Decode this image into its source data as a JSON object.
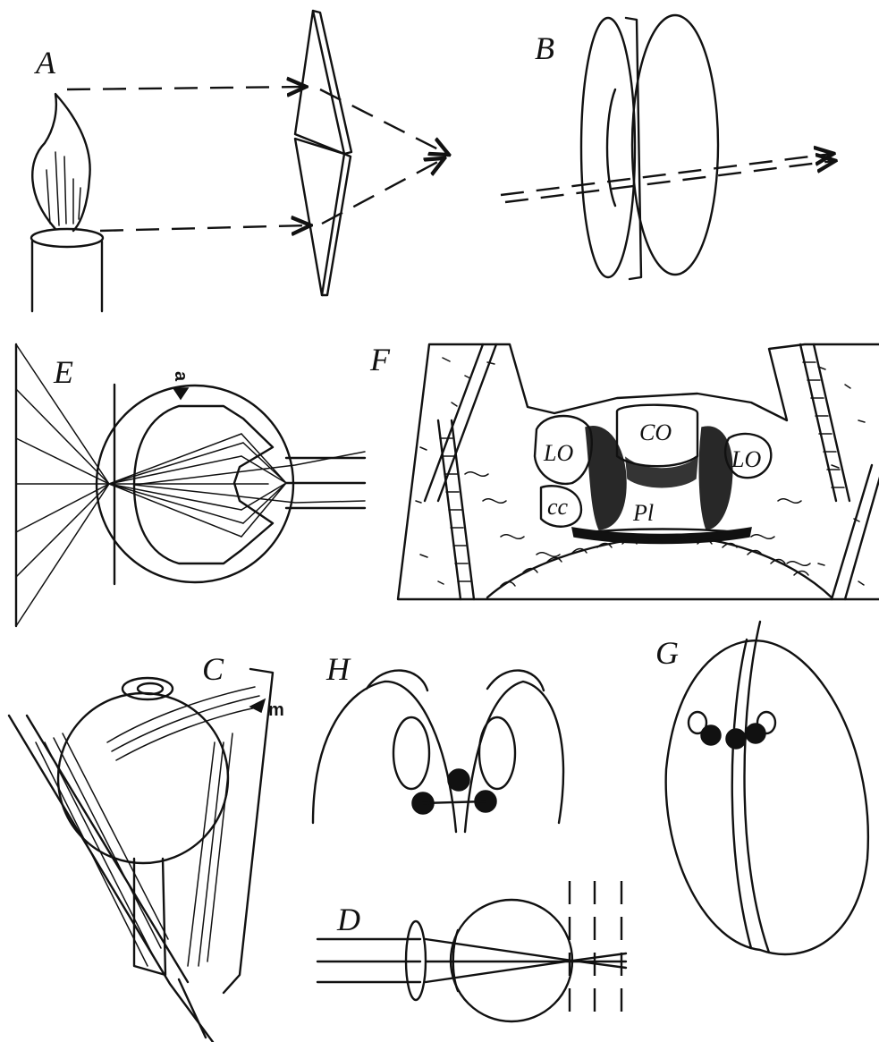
{
  "panels": {
    "A": "A",
    "B": "B",
    "C": "C",
    "D": "D",
    "E": "E",
    "F": "F",
    "G": "G",
    "H": "H"
  },
  "annotations": {
    "e_marker": "a",
    "c_marker": "m",
    "f_lo_left": "LO",
    "f_lo_right": "LO",
    "f_co": "CO",
    "f_cc": "cc",
    "f_pl": "Pl"
  },
  "colors": {
    "ink": "#111111",
    "paper": "#ffffff"
  }
}
